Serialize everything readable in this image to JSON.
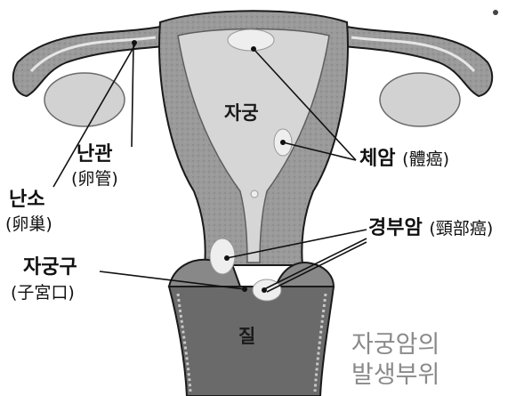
{
  "labels": {
    "uterus": "자궁",
    "vagina": "질",
    "fallopian_tube": {
      "ko": "난관",
      "hanja": "(卵管)"
    },
    "ovary": {
      "ko": "난소",
      "hanja": "(卵巢)"
    },
    "cervix_opening": {
      "ko": "자궁구",
      "hanja": "(子宮口)"
    },
    "body_cancer": {
      "ko": "체암",
      "hanja": "(體癌)"
    },
    "cervical_cancer": {
      "ko": "경부암",
      "hanja": "(頸部癌)"
    }
  },
  "caption": {
    "line1": "자궁암의",
    "line2": "발생부위"
  },
  "colors": {
    "tissue": "#9a9a9a",
    "tissue_dark": "#5e5e5e",
    "cavity": "#d6d6d6",
    "outline": "#1a1a1a",
    "lesion": "#eeeeee",
    "caption": "#8a8a8a"
  }
}
